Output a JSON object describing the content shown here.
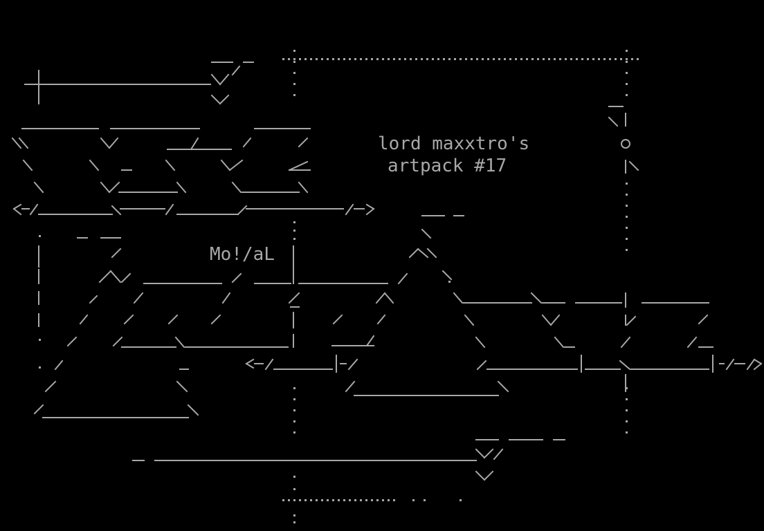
{
  "colors": {
    "background": "#000000",
    "foreground": "#a8a8a8"
  },
  "art": {
    "title_line1": "lord maxxtro's",
    "title_line2": "artpack #17",
    "credit": "Mo!/aL"
  }
}
